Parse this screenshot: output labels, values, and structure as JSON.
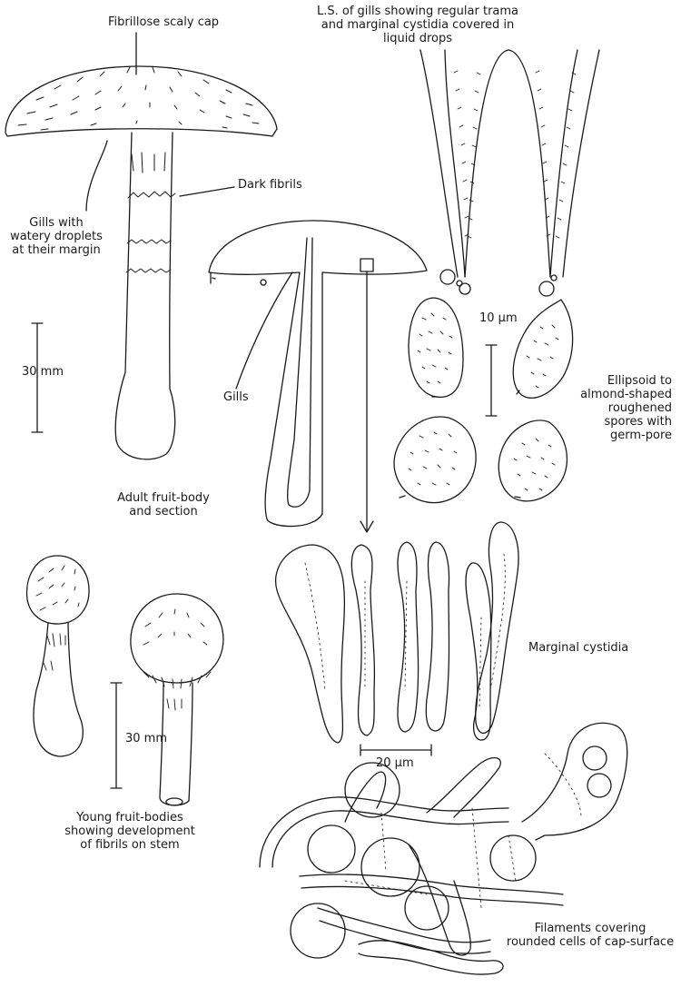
{
  "labels": {
    "cap": "Fibrillose scaly cap",
    "gills_ls": [
      "L.S. of gills showing regular trama",
      "and marginal cystidia covered in",
      "liquid drops"
    ],
    "dark_fibrils": "Dark fibrils",
    "gills_droplets": [
      "Gills with",
      "watery droplets",
      "at their margin"
    ],
    "scale_adult": "30 mm",
    "gills": "Gills",
    "scale_spores": "10 µm",
    "spores": [
      "Ellipsoid to",
      "almond-shaped",
      "roughened",
      "spores with",
      "germ-pore"
    ],
    "adult": [
      "Adult fruit-body",
      "and section"
    ],
    "cystidia": "Marginal cystidia",
    "scale_young": "30 mm",
    "scale_cystidia": "20 µm",
    "young": [
      "Young fruit-bodies",
      "showing development",
      "of fibrils on stem"
    ],
    "filaments": [
      "Filaments covering",
      "rounded cells of cap-surface"
    ]
  },
  "colors": {
    "ink": "#1a1a1a",
    "paper": "#ffffff"
  }
}
